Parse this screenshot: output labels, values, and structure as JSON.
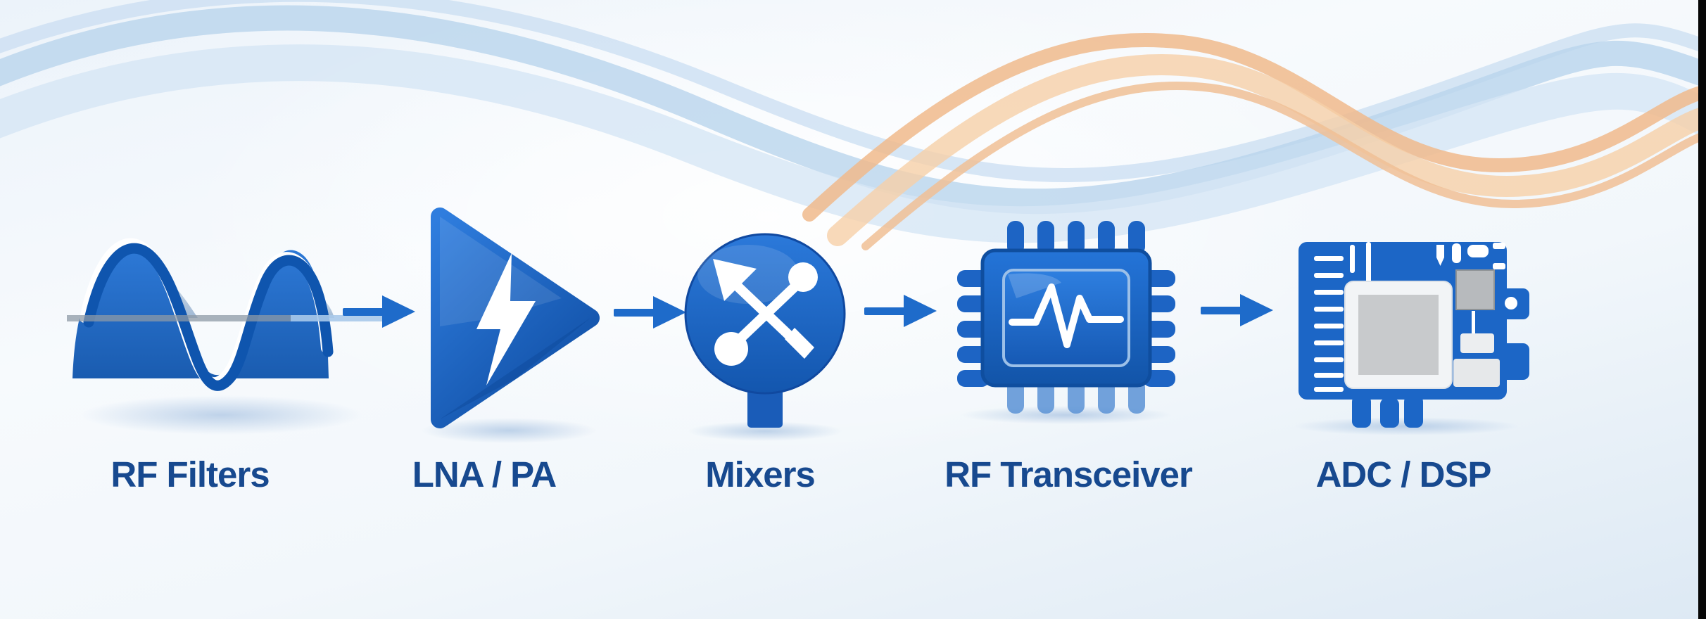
{
  "diagram": {
    "stages": [
      {
        "label": "RF Filters",
        "icon": "sine-wave-filter-icon"
      },
      {
        "label": "LNA / PA",
        "icon": "amplifier-triangle-icon"
      },
      {
        "label": "Mixers",
        "icon": "mixer-crossed-arrows-icon"
      },
      {
        "label": "RF Transceiver",
        "icon": "rf-chip-icon"
      },
      {
        "label": "ADC / DSP",
        "icon": "circuit-board-icon"
      }
    ],
    "arrow_count": 4
  },
  "colors": {
    "icon_blue": "#1e6bca",
    "icon_blue_dark": "#0f4fa5",
    "label_navy": "#17498f",
    "wave_blue": "#bcd6ee",
    "wave_orange": "#f2c195",
    "axis_gray": "#8d9aa6",
    "background_tint": "#e3edf7",
    "edge_strip_black": "#060606"
  }
}
